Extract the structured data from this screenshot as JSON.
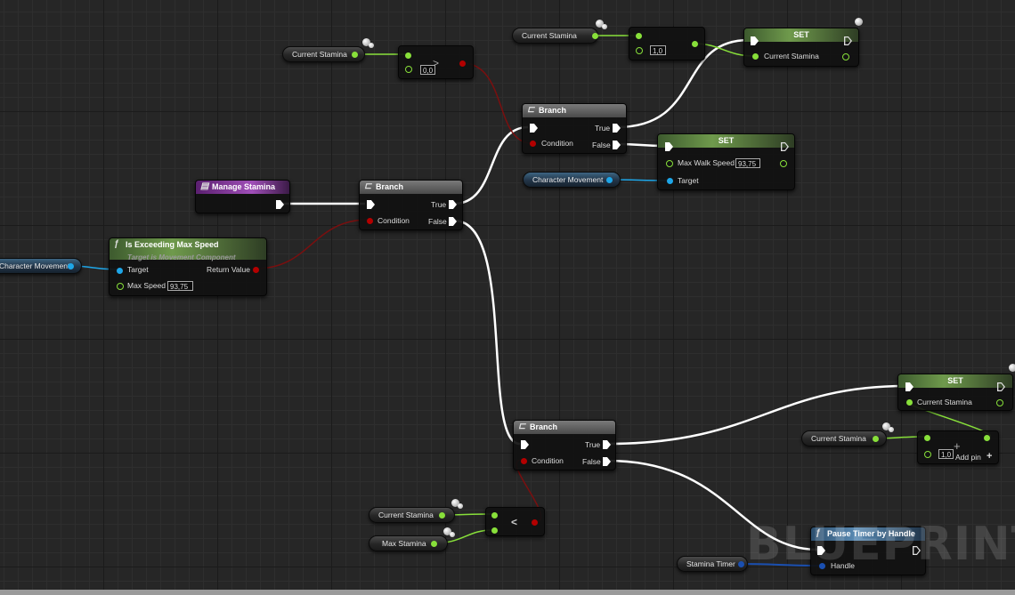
{
  "watermark": "BLUEPRINT",
  "event_node": {
    "title": "Manage Stamina"
  },
  "exceeding_node": {
    "title": "Is Exceeding Max Speed",
    "subtitle": "Target is Movement Component",
    "target_label": "Target",
    "return_label": "Return Value",
    "max_speed_label": "Max Speed",
    "max_speed_value": "93,75"
  },
  "char_movement_left": "Character Movement",
  "branch_main": {
    "title": "Branch",
    "true_label": "True",
    "false_label": "False",
    "condition_label": "Condition"
  },
  "branch_top": {
    "title": "Branch",
    "true_label": "True",
    "false_label": "False",
    "condition_label": "Condition"
  },
  "branch_bottom": {
    "title": "Branch",
    "true_label": "True",
    "false_label": "False",
    "condition_label": "Condition"
  },
  "compare_top": {
    "var_label": "Current Stamina",
    "value": "0,0"
  },
  "add_top": {
    "var_label": "Current Stamina",
    "value": "1,0"
  },
  "set_top": {
    "title": "SET",
    "pin_label": "Current Stamina"
  },
  "set_speed": {
    "title": "SET",
    "pin_label": "Max Walk Speed",
    "value": "93,75",
    "target_label": "Target",
    "char_movement_label": "Character Movement"
  },
  "set_right": {
    "title": "SET",
    "pin_label": "Current Stamina"
  },
  "add_right": {
    "var_label": "Current Stamina",
    "value": "1,0",
    "add_pin_label": "Add pin"
  },
  "less_node": {
    "current_label": "Current Stamina",
    "max_label": "Max Stamina",
    "op": "<"
  },
  "pause_node": {
    "title": "Pause Timer by Handle",
    "handle_label": "Handle",
    "timer_label": "Stamina Timer"
  },
  "colors": {
    "exec": "#ffffff",
    "float": "#88e03a",
    "bool": "#b30000",
    "object": "#1ea6e8",
    "struct": "#1a4fb0"
  }
}
